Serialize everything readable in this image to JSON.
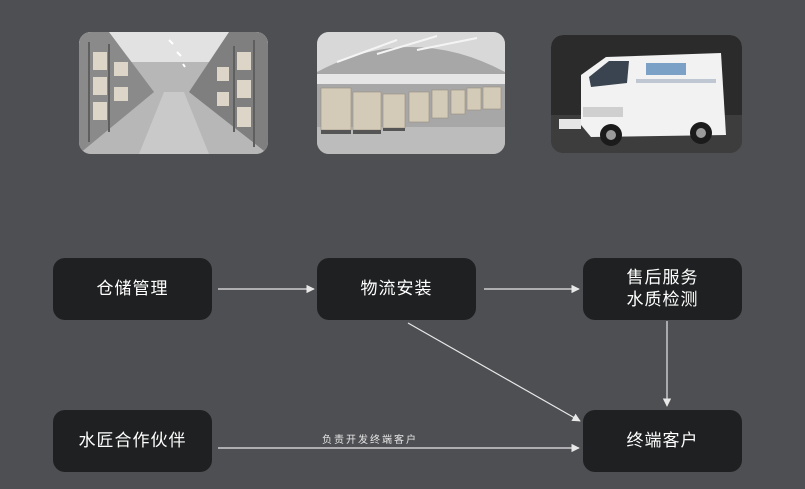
{
  "colors": {
    "background": "#4d4f52",
    "node_fill": "#1f2021",
    "node_text": "#ffffff",
    "arrow": "#e8e8e8"
  },
  "photos": [
    {
      "name": "warehouse-racks-photo",
      "subject": "warehouse shelving aisle"
    },
    {
      "name": "warehouse-pallets-photo",
      "subject": "warehouse with stacked pallets"
    },
    {
      "name": "delivery-van-photo",
      "subject": "white delivery van"
    }
  ],
  "nodes": {
    "storage": "仓储管理",
    "logistics": "物流安装",
    "aftersales_line1": "售后服务",
    "aftersales_line2": "水质检测",
    "partner": "水匠合作伙伴",
    "customer": "终端客户"
  },
  "edges": {
    "partner_to_customer_label": "负责开发终端客户"
  }
}
